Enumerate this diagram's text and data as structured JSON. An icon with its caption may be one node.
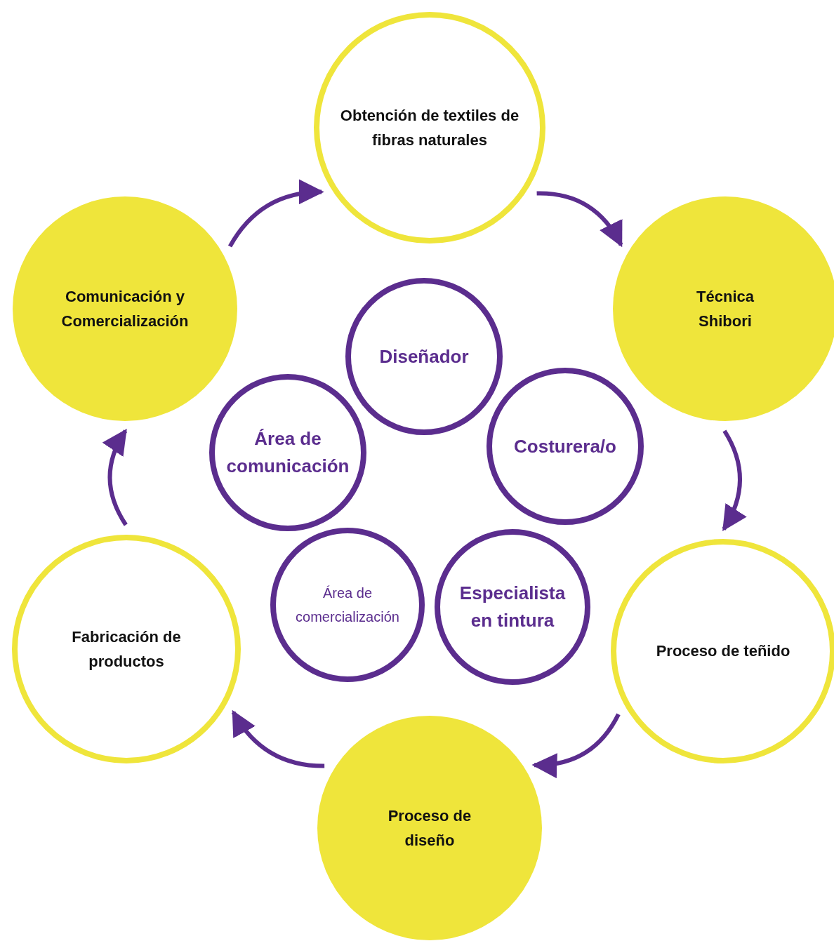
{
  "diagram": {
    "nodes": [
      {
        "text": [
          "Obtención de textiles de fibras naturales"
        ]
      },
      {
        "text": [
          "Técnica Shibori"
        ]
      },
      {
        "text": [
          "Proceso de teñido"
        ]
      },
      {
        "text": [
          "Proceso de diseño"
        ]
      },
      {
        "text": [
          "Fabricación de productos"
        ]
      },
      {
        "text": [
          "Comunicación y Comercialización"
        ]
      },
      {
        "text": [
          "Diseñador"
        ]
      },
      {
        "text": [
          "Costurera/o"
        ]
      },
      {
        "text": [
          "Especialista en tintura"
        ]
      },
      {
        "text": [
          "Área de comercialización"
        ]
      },
      {
        "text": [
          "Área de comunicación"
        ]
      }
    ],
    "edges": [
      {
        "from": 0,
        "to": 1,
        "arrow": "to"
      },
      {
        "from": 1,
        "to": 2,
        "arrow": "to"
      },
      {
        "from": 2,
        "to": 3,
        "arrow": "to"
      },
      {
        "from": 3,
        "to": 4,
        "arrow": "to"
      },
      {
        "from": 4,
        "to": 5,
        "arrow": "to"
      },
      {
        "from": 5,
        "to": 0,
        "arrow": "to"
      }
    ]
  }
}
